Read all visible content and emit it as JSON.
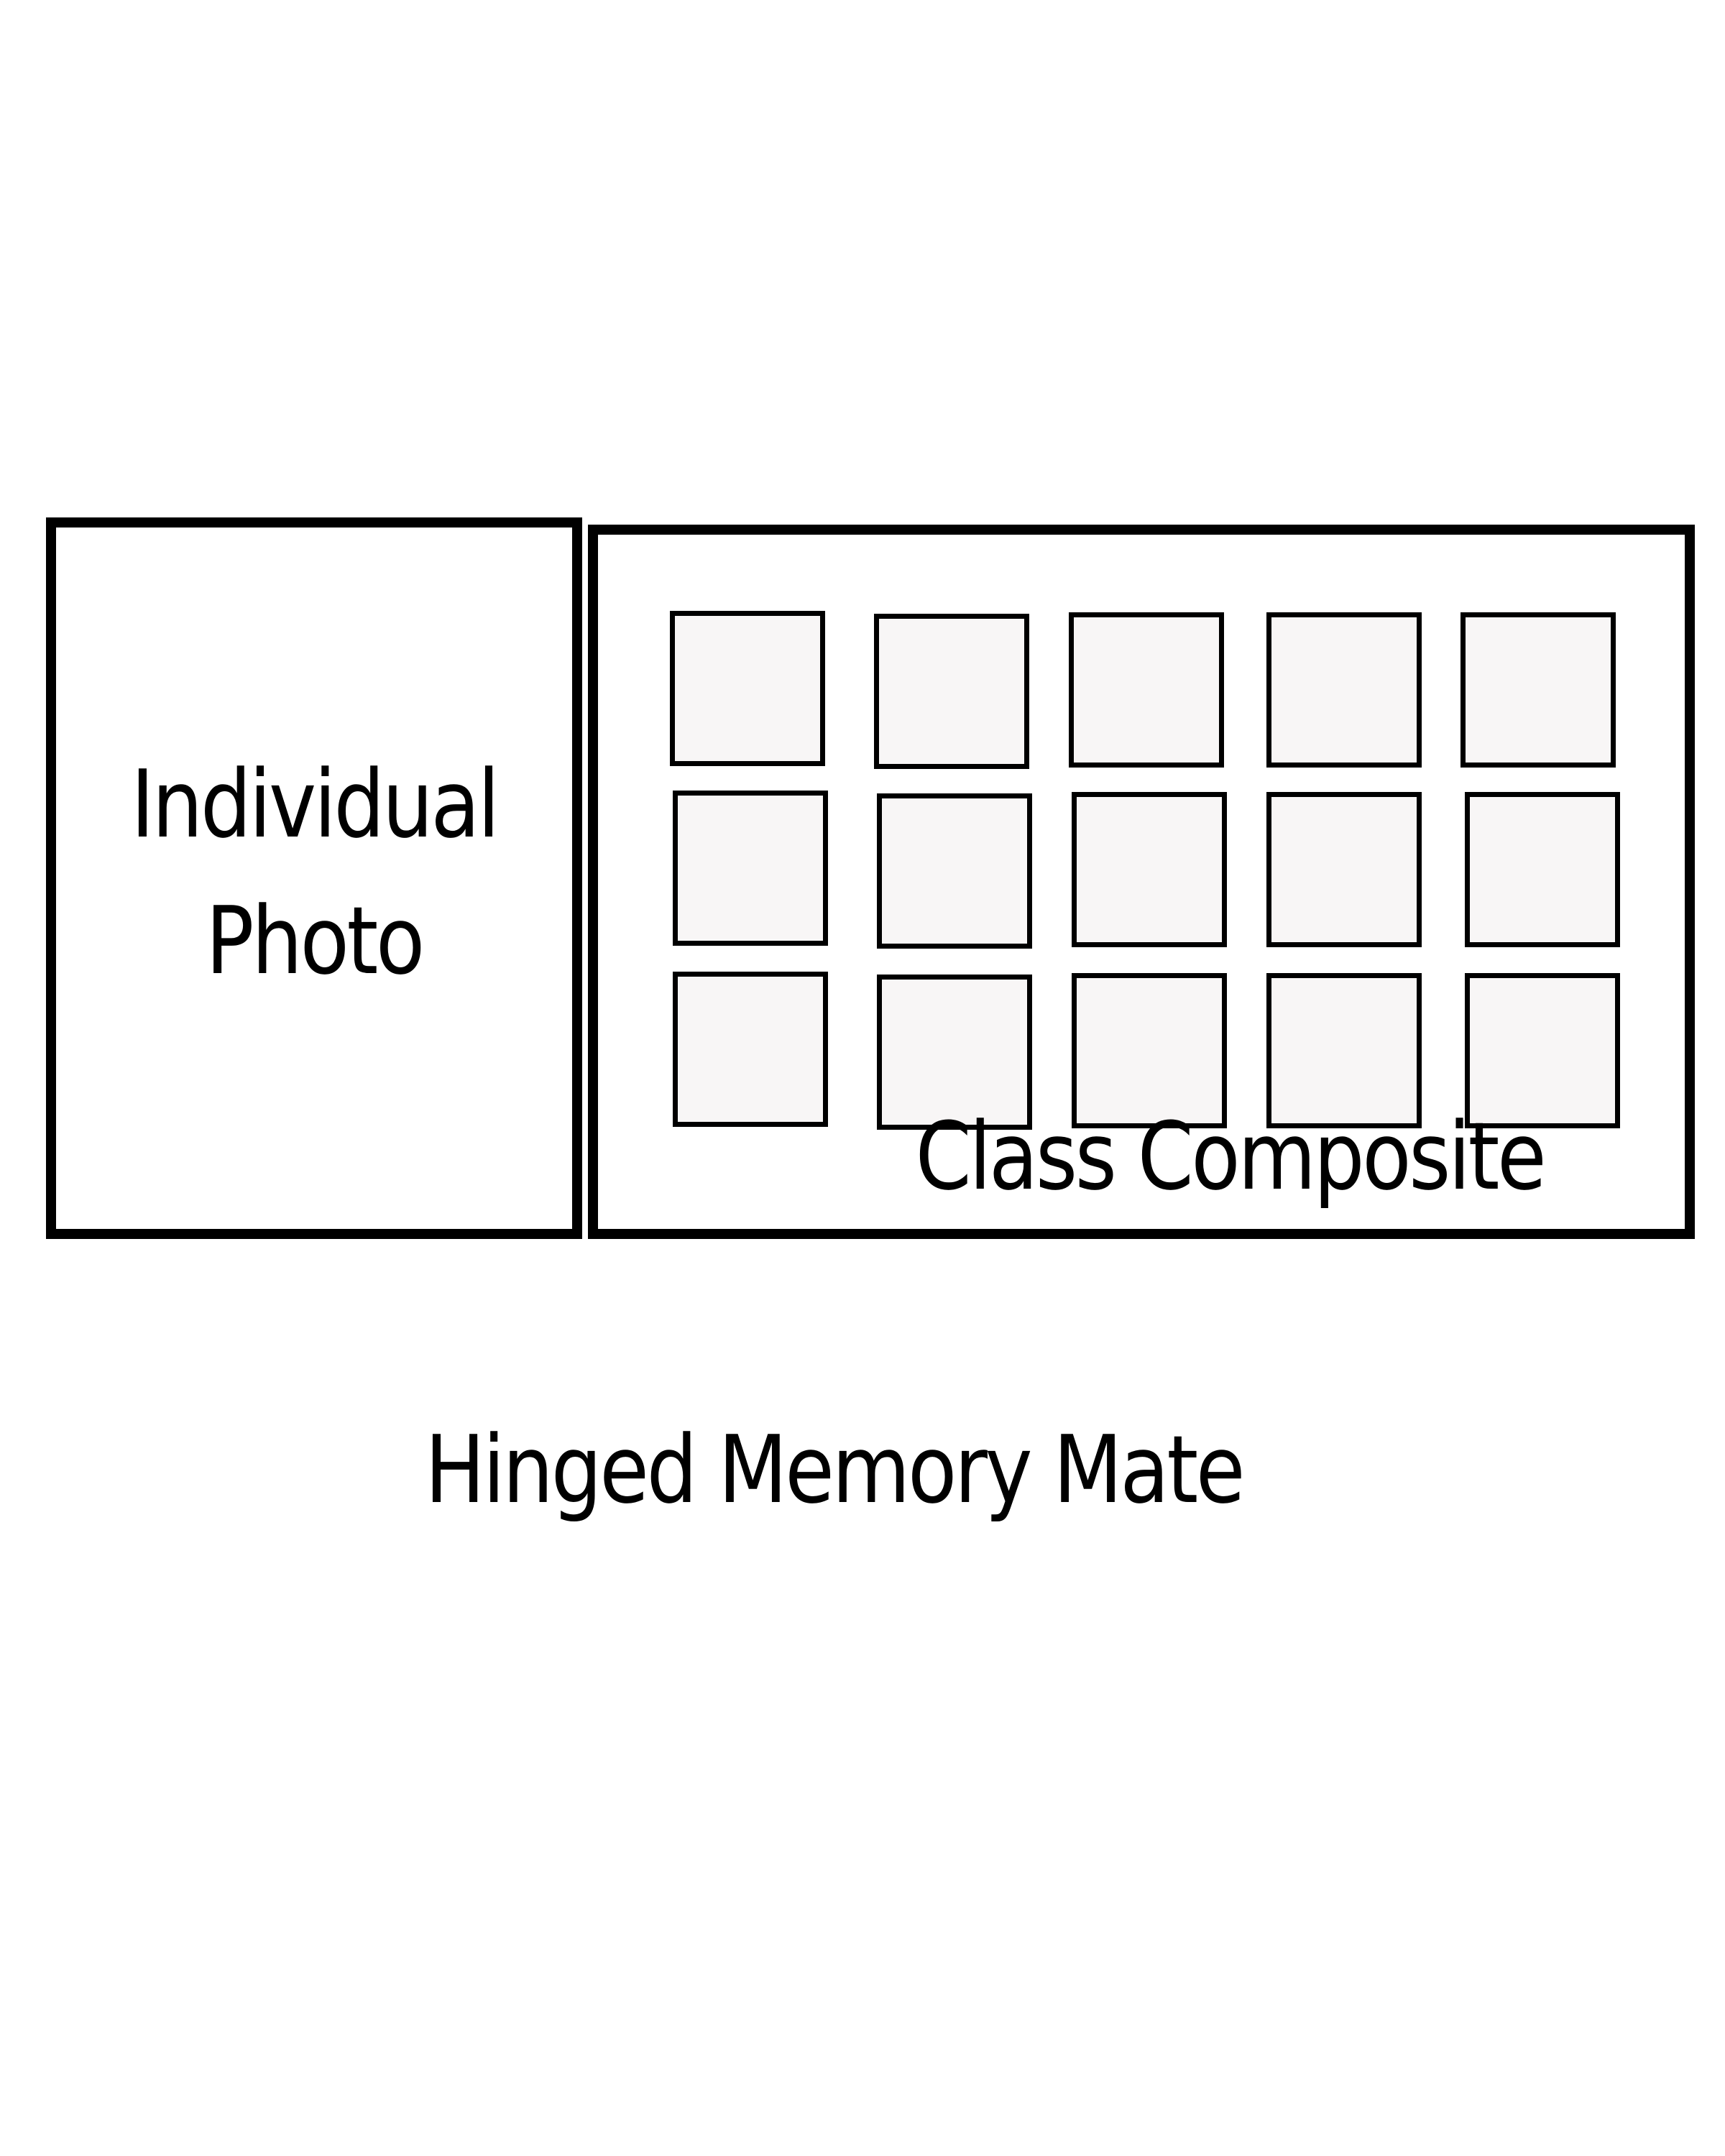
{
  "individual_panel": {
    "label_line1": "Individual",
    "label_line2": "Photo"
  },
  "composite_panel": {
    "label": "Class Composite",
    "rows": 3,
    "columns": 5
  },
  "caption": "Hinged Memory Mate",
  "colors": {
    "frame": "#000000",
    "placeholder_fill": "#f8f6f6",
    "background": "#ffffff"
  }
}
